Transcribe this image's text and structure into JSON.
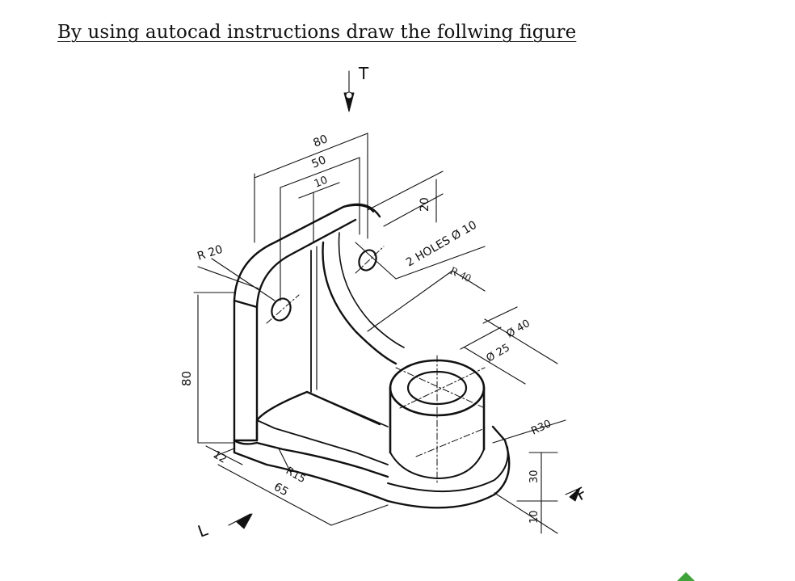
{
  "document": {
    "title": "By using autocad instructions draw the follwing figure"
  },
  "figure": {
    "view_labels": {
      "top": "T",
      "front": "F",
      "left": "L"
    },
    "dimensions": {
      "overall_width": "80",
      "inner_width": "50",
      "small_width": "10",
      "top_offset": "20",
      "holes_note": "2 HOLES Ø 10",
      "bend_radius": "R 40",
      "upper_radius": "R 20",
      "height": "80",
      "thickness": "12",
      "fillet_radius": "R15",
      "base_length": "65",
      "boss_outer": "Ø 40",
      "boss_inner": "Ø 25",
      "base_radius": "R30",
      "boss_height": "30",
      "base_thickness": "10"
    }
  },
  "colors": {
    "ink": "#111111",
    "corner_mark": "#3fa33a"
  }
}
